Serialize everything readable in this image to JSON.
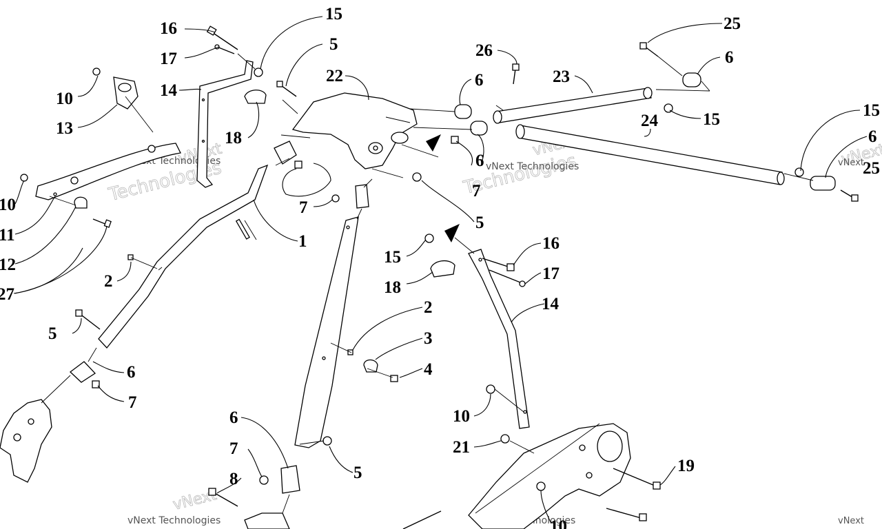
{
  "watermark": {
    "line1": "vNext",
    "line2": "Technologies",
    "inline": "vNext Technologies"
  },
  "callouts": [
    "16",
    "15",
    "17",
    "5",
    "14",
    "22",
    "26",
    "23",
    "25",
    "6",
    "10",
    "13",
    "18",
    "15",
    "24",
    "15",
    "6",
    "25",
    "7",
    "6",
    "6",
    "10",
    "11",
    "12",
    "7",
    "5",
    "1",
    "27",
    "2",
    "15",
    "16",
    "18",
    "17",
    "14",
    "2",
    "3",
    "5",
    "4",
    "6",
    "7",
    "6",
    "7",
    "10",
    "21",
    "19",
    "5",
    "8",
    "10"
  ]
}
